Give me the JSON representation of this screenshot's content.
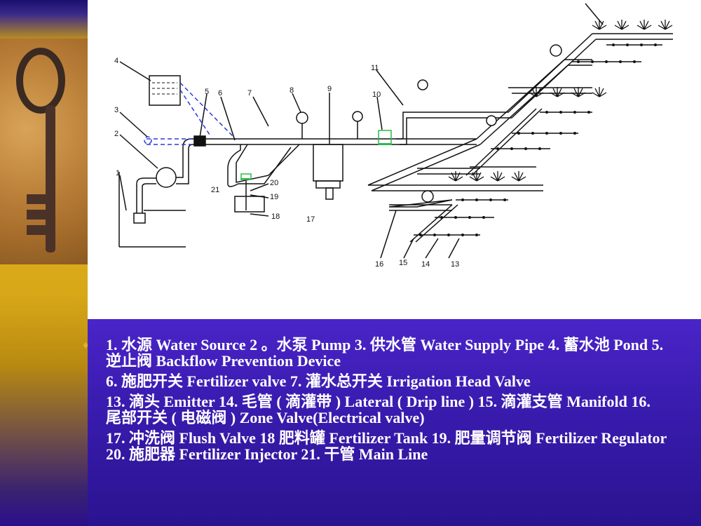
{
  "labels": [
    "1",
    "2",
    "3",
    "4",
    "5",
    "6",
    "7",
    "8",
    "9",
    "10",
    "11",
    "13",
    "14",
    "15",
    "16",
    "17",
    "18",
    "19",
    "20",
    "21"
  ],
  "legend": {
    "bullet_glyph": "♦",
    "paragraphs": [
      "1. 水源 Water Source 2 。水泵 Pump 3. 供水管 Water Supply Pipe 4. 蓄水池 Pond 5. 逆止阀 Backflow Prevention Device",
      "6. 施肥开关 Fertilizer valve 7. 灌水总开关 Irrigation Head Valve",
      "13. 滴头 Emitter 14. 毛管 ( 滴灌带 ) Lateral ( Drip line ) 15. 滴灌支管 Manifold 16. 尾部开关 ( 电磁阀 ) Zone Valve(Electrical valve)",
      "17. 冲洗阀 Flush Valve 18 肥料罐 Fertilizer Tank 19. 肥量调节阀 Fertilizer Regulator 20. 施肥器 Fertilizer Injector 21. 干管 Main Line"
    ]
  },
  "colors": {
    "panel": "#3a1cb0",
    "accent": "#e8b020",
    "dashed_pipe": "#2a3ad8",
    "valve_green": "#2db84a"
  }
}
